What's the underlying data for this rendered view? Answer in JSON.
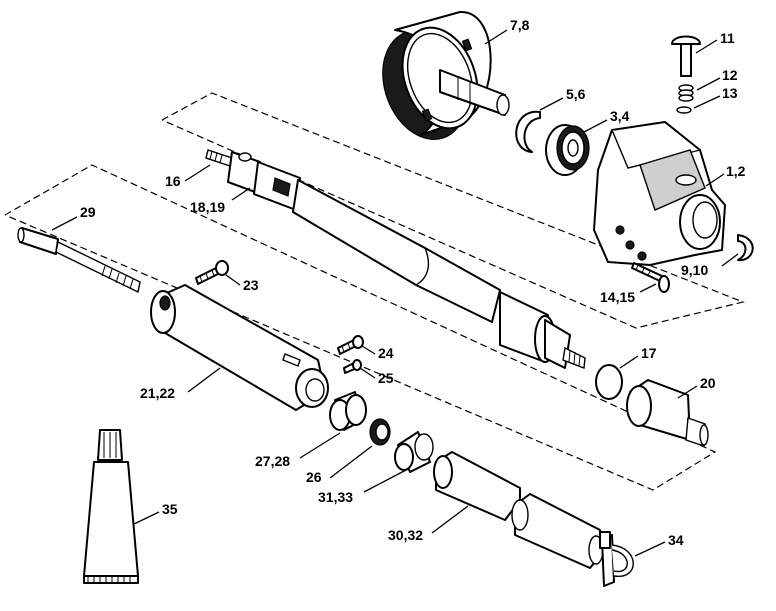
{
  "callouts": {
    "c_7_8": "7,8",
    "c_11": "11",
    "c_12": "12",
    "c_13": "13",
    "c_5_6": "5,6",
    "c_3_4": "3,4",
    "c_1_2": "1,2",
    "c_16": "16",
    "c_18_19": "18,19",
    "c_29": "29",
    "c_23": "23",
    "c_9_10": "9,10",
    "c_14_15": "14,15",
    "c_17": "17",
    "c_20": "20",
    "c_24": "24",
    "c_25": "25",
    "c_21_22": "21,22",
    "c_27_28": "27,28",
    "c_26": "26",
    "c_31_33": "31,33",
    "c_35": "35",
    "c_30_32": "30,32",
    "c_34": "34"
  }
}
